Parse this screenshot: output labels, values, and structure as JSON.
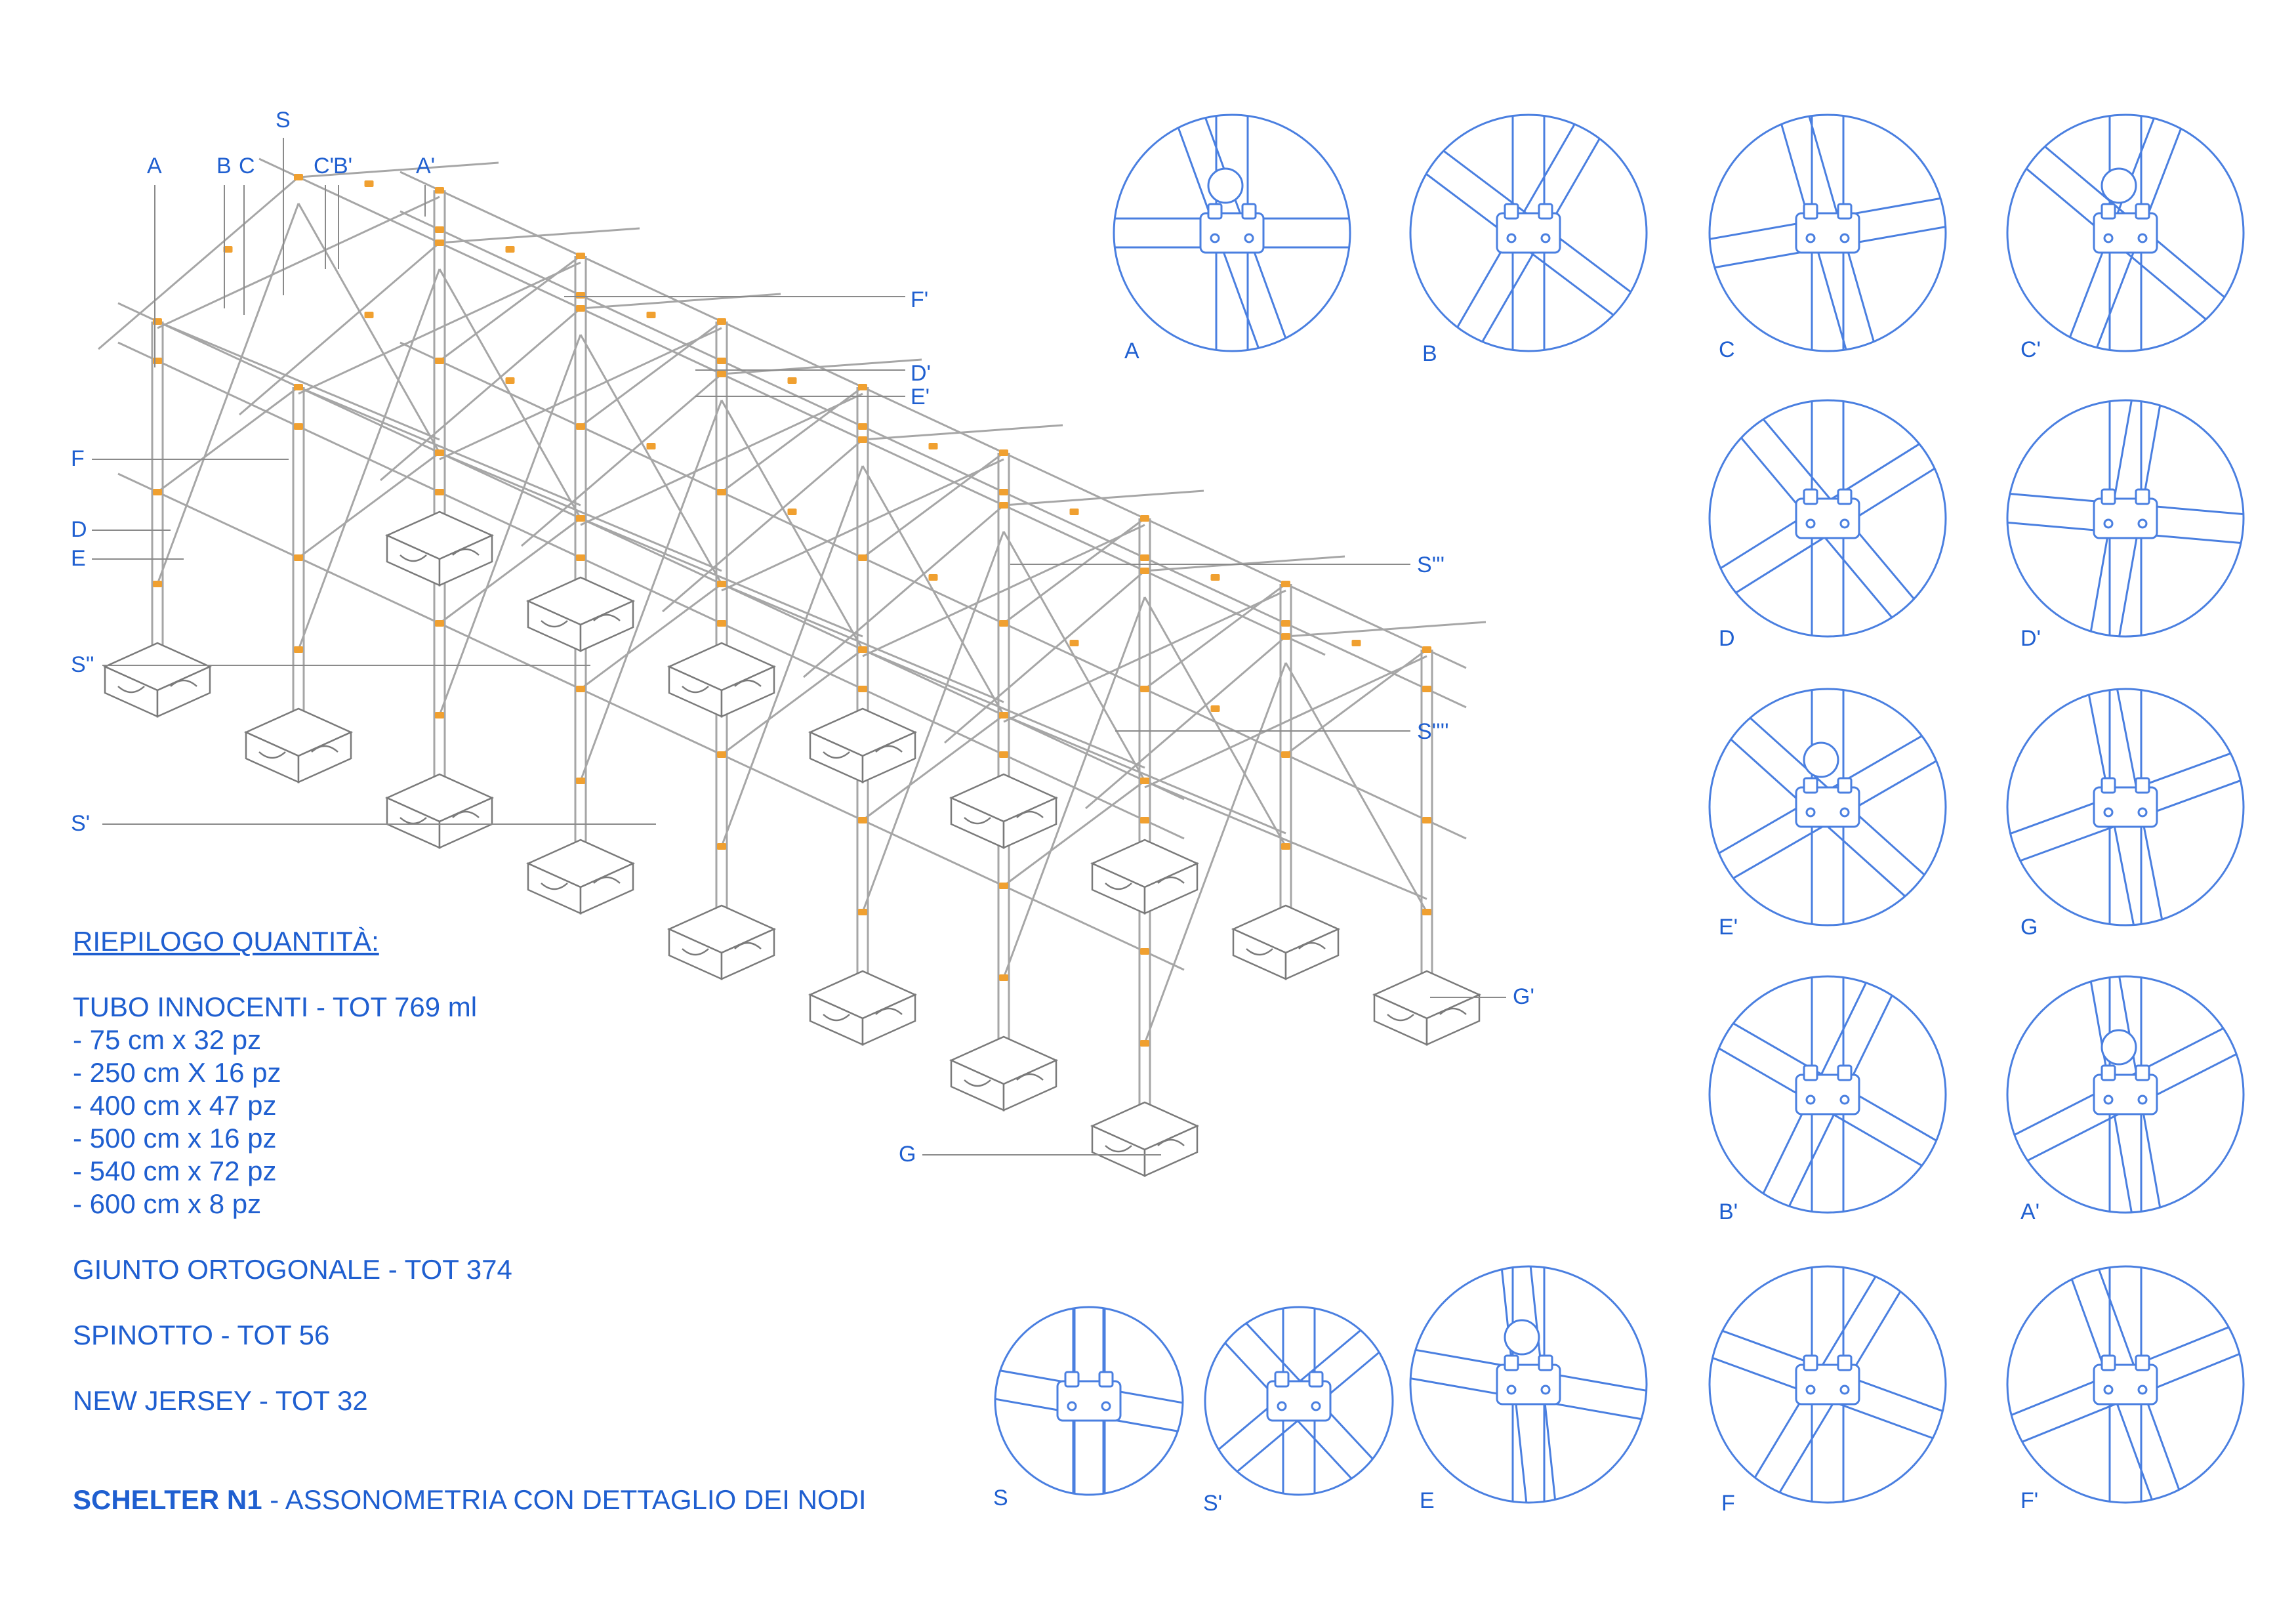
{
  "axo_labels": {
    "top": [
      "A",
      "B",
      "C",
      "S",
      "C'",
      "B'",
      "A'"
    ],
    "left": [
      "F",
      "D",
      "E",
      "S''",
      "S'"
    ],
    "right": [
      "F'",
      "D'",
      "E'",
      "S'''",
      "S''''",
      "G'"
    ],
    "bottom": [
      "G"
    ]
  },
  "details": [
    {
      "label": "A"
    },
    {
      "label": "B"
    },
    {
      "label": "C"
    },
    {
      "label": "C'"
    },
    {
      "label": "D"
    },
    {
      "label": "D'"
    },
    {
      "label": "E'"
    },
    {
      "label": "G"
    },
    {
      "label": "B'"
    },
    {
      "label": "A'"
    },
    {
      "label": "S"
    },
    {
      "label": "S'"
    },
    {
      "label": "E"
    },
    {
      "label": "F"
    },
    {
      "label": "F'"
    }
  ],
  "summary": {
    "heading": "RIEPILOGO QUANTITÀ:",
    "tubo_title": "TUBO INNOCENTI - TOT 769 ml",
    "tubo_items": [
      "- 75 cm x 32 pz",
      "- 250 cm X 16 pz",
      "- 400 cm x 47 pz",
      "- 500 cm x 16 pz",
      "- 540 cm x 72 pz",
      "- 600 cm x 8 pz"
    ],
    "giunto": "GIUNTO ORTOGONALE - TOT 374",
    "spinotto": "SPINOTTO - TOT 56",
    "new_jersey": "NEW JERSEY - TOT 32"
  },
  "footer": {
    "title": "SCHELTER N1",
    "subtitle": " - ASSONOMETRIA CON DETTAGLIO DEI NODI"
  },
  "colors": {
    "label": "#1f5fd0",
    "detail_line": "#4a7fe0",
    "structure": "#9a9a9a",
    "joint": "#f0a030"
  }
}
